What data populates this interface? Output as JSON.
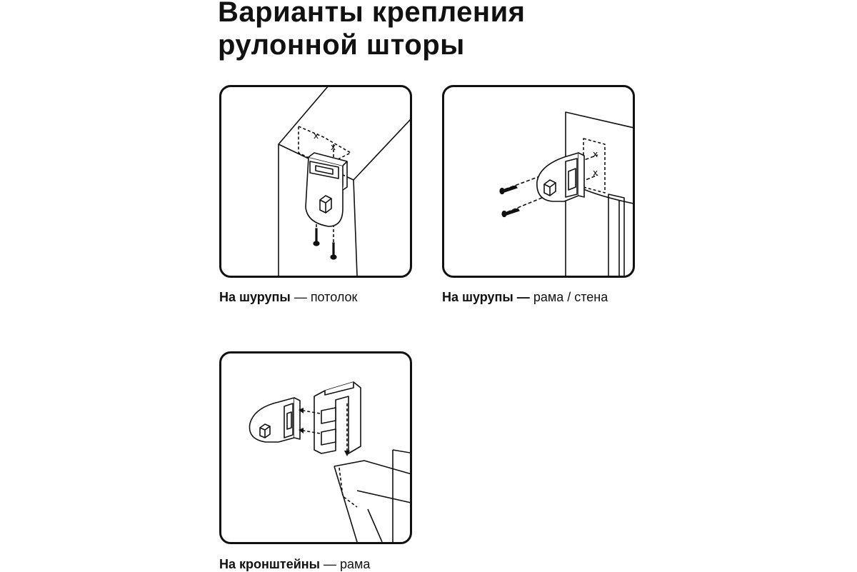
{
  "title": {
    "line1": "Варианты крепления",
    "line2": "рулонной шторы"
  },
  "options": [
    {
      "label_bold": "На шурупы",
      "label_rest": " — потолок",
      "marks": [
        "x",
        "x"
      ]
    },
    {
      "label_bold": "На шурупы —",
      "label_rest": " рама / стена",
      "marks": [
        "x",
        "x"
      ]
    },
    {
      "label_bold": "На кронштейны",
      "label_rest": " — рама"
    }
  ],
  "colors": {
    "ink": "#111111",
    "background": "#ffffff"
  }
}
